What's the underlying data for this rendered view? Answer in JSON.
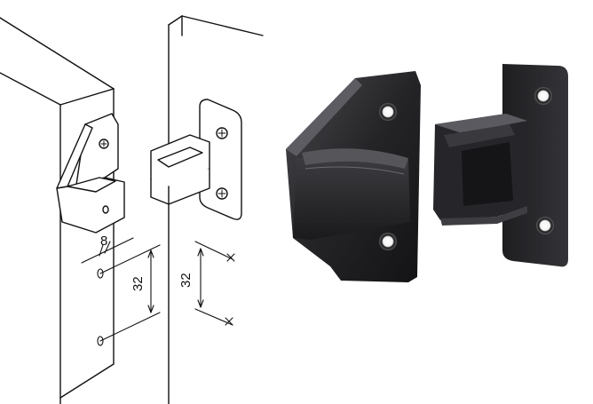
{
  "dimensions": {
    "offset_label": "8",
    "left_spacing_label": "32",
    "right_spacing_label": "32"
  },
  "colors": {
    "line": "#111111",
    "part_dark": "#1c1c1e",
    "part_mid": "#2e2e31",
    "part_light": "#4a4a4e",
    "highlight": "#7a7a80",
    "background": "#ffffff"
  },
  "illustrations": [
    "technical-line-drawing-cabinet-catch",
    "product-photo-catch-and-strike-plate"
  ]
}
